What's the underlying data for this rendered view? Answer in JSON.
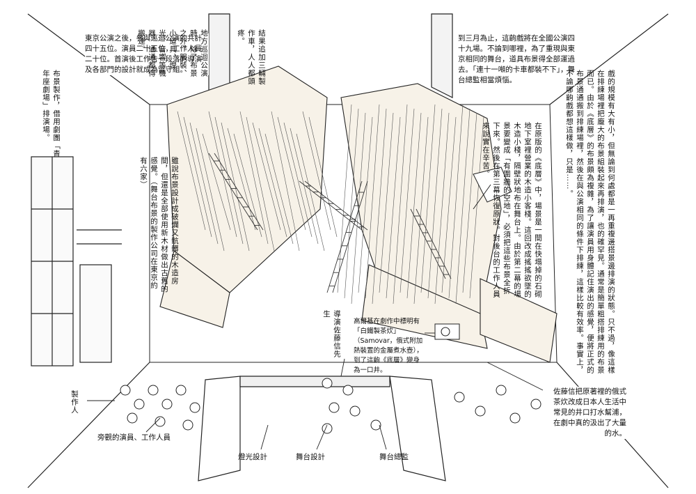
{
  "notes": {
    "tokyo_performances": "東京公演之後，參與巡迴公演的共計四十五位。演員二十五位，工作人員二十位。首演後工作告一段落的導演及各部門的設計就成為留守組。",
    "set_making": "布景製作，借用劇團「青年座劇場」排演場。",
    "touring_crew": "地方巡迴公演時，除了布景之外，服裝、小道具、燈光、音響等機器，通通都得搬運。",
    "props_trucks": "結果追加三輛製作車，人人都頭疼。",
    "march_tour": "到三月為止，這齣戲將在全國公演四十九場。不論到哪裡，為了重現與東京相同的舞台，道具布景得全部運過去。「連十一噸的卡車都裝不下」，舞台總監相當煩惱。",
    "set_reuse": "雖說布景設計成破爛又骯髒的木造房間，但還是全部使用新木材做出古舊的感覺。（舞台布景的製作公司在東京約有六家）",
    "original_version": "在原版的《底層》中，場景是一間在快塌掉的石砌地下室裡營業的木造小客棧。這回改成搖搖欲墜的木造小棧，隔壁狀地布在舞台上。由於第二幕的場景要變成「有圍牆的空地」，必須把這些布景全拆下來。然後在第三幕恢復原狀。對後台的工作人員來說實在辛苦。",
    "rehearsal_scale": "戲的規模有大有小，但無論到何處都是一再重複邊搭景邊排演的狀態。只不過，像這樣在排練場裡把龐大的布景組裝起來再排演，也的確罕見。通常是簡單粗搭排練用的布景而已。由於《底層》的布景頗為複雜，為了讓演員用身體記住演出的感覺，便將正式的布景通通搬到排練場裡，然後在與公演相同的條件下排練，這樣比較有效率。事實上，不論哪齣戲都想這樣做，只是……。",
    "samovar": "高爾基在劇作中標明有「白鐵製茶炊」（Samovar，俄式附加熱裝置的金屬煮水壺），到了這齣《底層》變身為一口井。",
    "well": "佐藤信把原著裡的俄式茶炊改成日本人生活中常見的井口打水幫浦，在劇中真的汲出了大量的水。"
  },
  "labels": {
    "director": "導演佐藤信先生",
    "producer": "製作人",
    "actors_staff": "旁觀的演員、工作人員",
    "lighting": "燈光設計",
    "stage_design": "舞台設計",
    "stage_manager": "舞台總監"
  }
}
